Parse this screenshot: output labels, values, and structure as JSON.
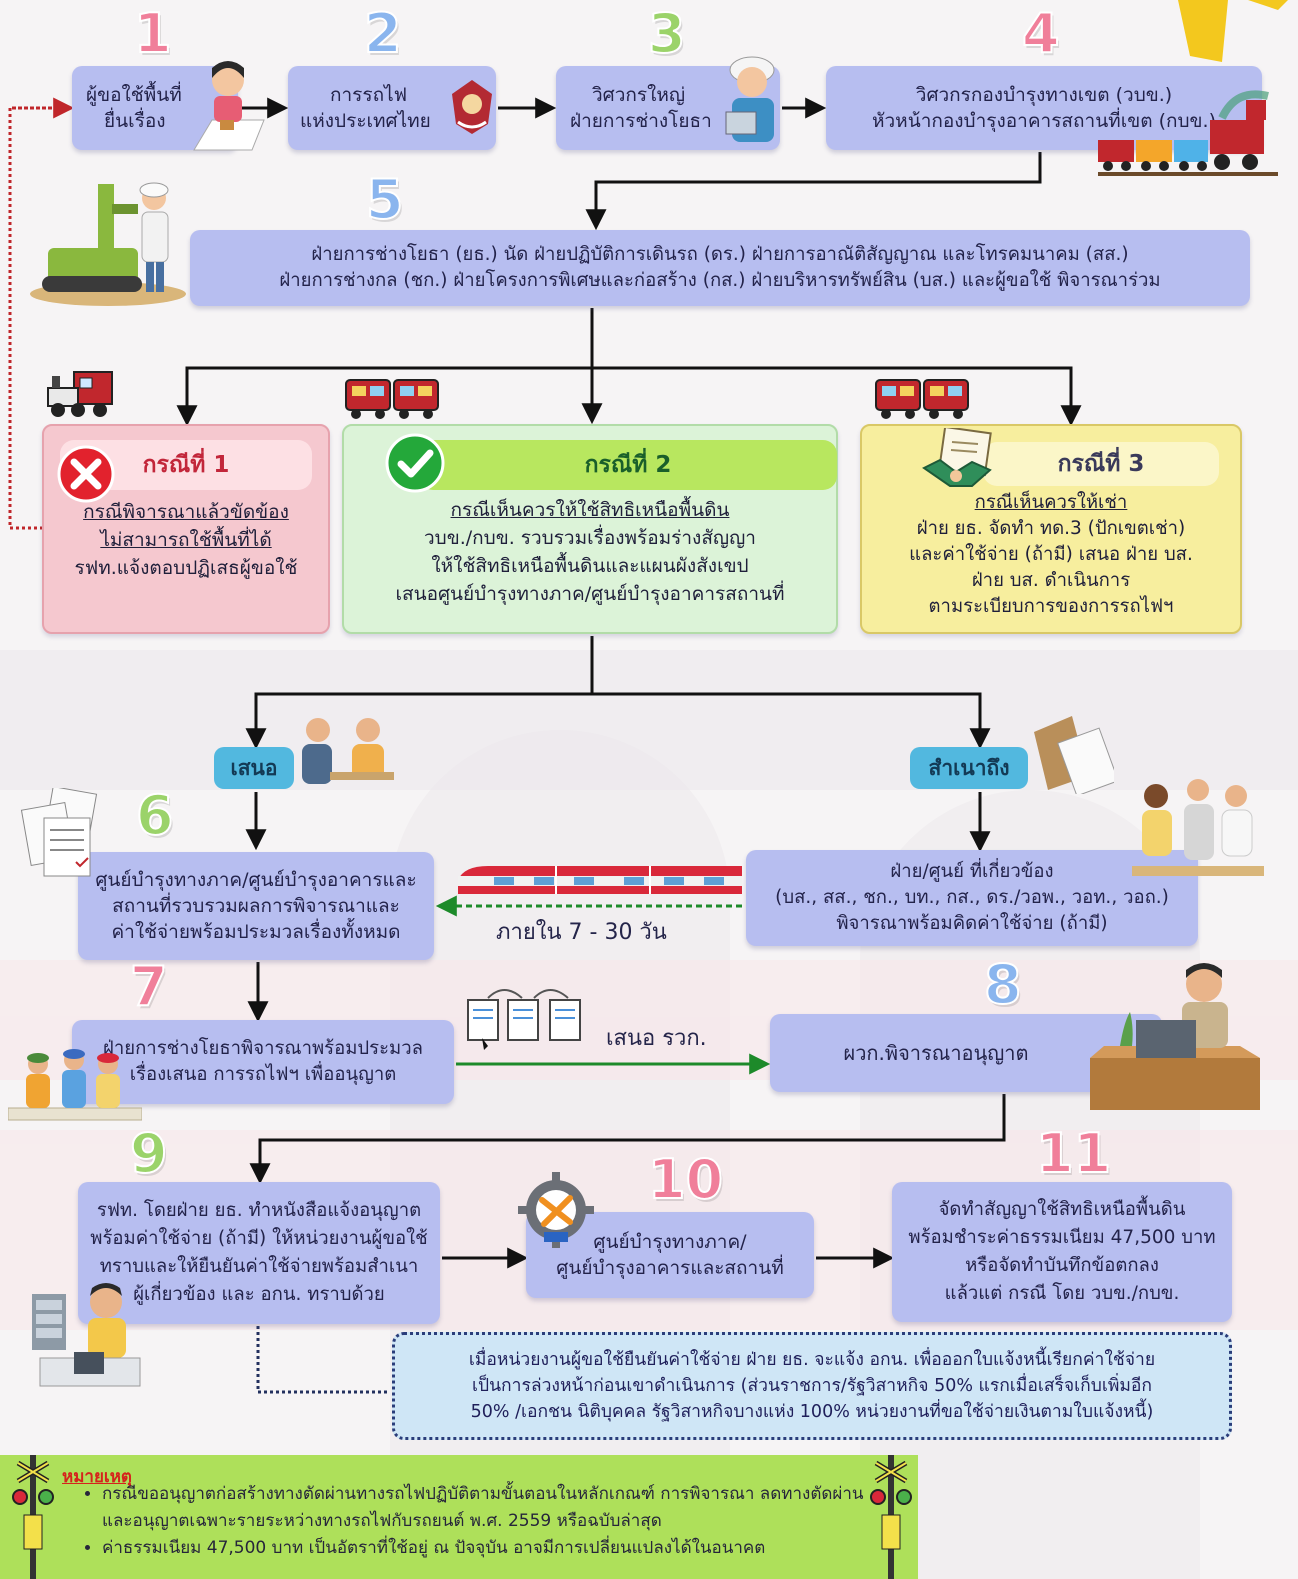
{
  "steps": {
    "s1": {
      "num": "1",
      "lines": [
        "ผู้ขอใช้พื้นที่",
        "ยื่นเรื่อง"
      ]
    },
    "s2": {
      "num": "2",
      "lines": [
        "การรถไฟ",
        "แห่งประเทศไทย"
      ]
    },
    "s3": {
      "num": "3",
      "lines": [
        "วิศวกรใหญ่",
        "ฝ่ายการช่างโยธา"
      ]
    },
    "s4": {
      "num": "4",
      "lines": [
        "วิศวกรกองบำรุงทางเขต (วบข.)",
        "หัวหน้ากองบำรุงอาคารสถานที่เขต (กบข.)"
      ]
    },
    "s5": {
      "num": "5",
      "lines": [
        "ฝ่ายการช่างโยธา (ยธ.) นัด ฝ่ายปฏิบัติการเดินรถ (ดร.) ฝ่ายการอาณัติสัญญาณ และโทรคมนาคม (สส.)",
        "ฝ่ายการช่างกล (ชก.) ฝ่ายโครงการพิเศษและก่อสร้าง (กส.) ฝ่ายบริหารทรัพย์สิน (บส.) และผู้ขอใช้ พิจารณาร่วม"
      ]
    },
    "s6": {
      "num": "6",
      "lines": [
        "ศูนย์บำรุงทางภาค/ศูนย์บำรุงอาคารและ",
        "สถานที่รวบรวมผลการพิจารณาและ",
        "ค่าใช้จ่ายพร้อมประมวลเรื่องทั้งหมด"
      ]
    },
    "s6b": {
      "lines": [
        "ฝ่าย/ศูนย์ ที่เกี่ยวข้อง",
        "(บส., สส., ชก., บท., กส., ดร./วอพ., วอท., วอถ.)",
        "พิจารณาพร้อมคิดค่าใช้จ่าย (ถ้ามี)"
      ]
    },
    "s7": {
      "num": "7",
      "lines": [
        "ฝ่ายการช่างโยธาพิจารณาพร้อมประมวล",
        "เรื่องเสนอ การรถไฟฯ เพื่ออนุญาต"
      ]
    },
    "s8": {
      "num": "8",
      "lines": [
        "ผวก.พิจารณาอนุญาต"
      ]
    },
    "s9": {
      "num": "9",
      "lines": [
        "รฟท. โดยฝ่าย ยธ. ทำหนังสือแจ้งอนุญาต",
        "พร้อมค่าใช้จ่าย (ถ้ามี) ให้หน่วยงานผู้ขอใช้",
        "ทราบและให้ยืนยันค่าใช้จ่ายพร้อมสำเนา",
        "ผู้เกี่ยวข้อง และ อกน. ทราบด้วย"
      ]
    },
    "s10": {
      "num": "10",
      "lines": [
        "ศูนย์บำรุงทางภาค/",
        "ศูนย์บำรุงอาคารและสถานที่"
      ]
    },
    "s11": {
      "num": "11",
      "lines": [
        "จัดทำสัญญาใช้สิทธิเหนือพื้นดิน",
        "พร้อมชำระค่าธรรมเนียม 47,500 บาท",
        "หรือจัดทำบันทึกข้อตกลง",
        "แล้วแต่ กรณี โดย วบข./กบข."
      ]
    }
  },
  "cases": {
    "c1": {
      "title": "กรณีที่ 1",
      "underline": [
        "กรณีพิจารณาแล้วขัดข้อง",
        "ไม่สามารถใช้พื้นที่ได้"
      ],
      "lines": [
        "รฟท.แจ้งตอบปฏิเสธผู้ขอใช้"
      ]
    },
    "c2": {
      "title": "กรณีที่ 2",
      "underline": [
        "กรณีเห็นควรให้ใช้สิทธิเหนือพื้นดิน"
      ],
      "lines": [
        "วบข./กบข. รวบรวมเรื่องพร้อมร่างสัญญา",
        "ให้ใช้สิทธิเหนือพื้นดินและแผนผังสังเขป",
        "เสนอศูนย์บำรุงทางภาค/ศูนย์บำรุงอาคารสถานที่"
      ]
    },
    "c3": {
      "title": "กรณีที่ 3",
      "underline": [
        "กรณีเห็นควรให้เช่า"
      ],
      "lines": [
        "ฝ่าย ยธ. จัดทำ ทด.3 (ปักเขตเช่า)",
        "และค่าใช้จ่าย (ถ้ามี) เสนอ ฝ่าย บส.",
        "ฝ่าย บส. ดำเนินการ",
        "ตามระเบียบการของการรถไฟฯ"
      ]
    }
  },
  "labels": {
    "propose": "เสนอ",
    "copy_to": "สำเนาถึง",
    "within_days": "ภายใน 7 - 30 วัน",
    "propose_rwk": "เสนอ รวก."
  },
  "note": {
    "lines": [
      "เมื่อหน่วยงานผู้ขอใช้ยืนยันค่าใช้จ่าย ฝ่าย ยธ. จะแจ้ง อกน. เพื่อออกใบแจ้งหนี้เรียกค่าใช้จ่าย",
      "เป็นการล่วงหน้าก่อนเขาดำเนินการ (ส่วนราชการ/รัฐวิสาหกิจ 50% แรกเมื่อเสร็จเก็บเพิ่มอีก",
      "50% /เอกชน นิติบุคคล รัฐวิสาหกิจบางแห่ง 100% หน่วยงานที่ขอใช้จ่ายเงินตามใบแจ้งหนี้)"
    ]
  },
  "remark": {
    "title": "หมายเหตุ",
    "items": [
      "กรณีขออนุญาตก่อสร้างทางตัดผ่านทางรถไฟปฏิบัติตามขั้นตอนในหลักเกณฑ์ การพิจารณา ลดทางตัดผ่านและอนุญาตเฉพาะรายระหว่างทางรถไฟกับรถยนต์ พ.ศ. 2559 หรือฉบับล่าสุด",
      "ค่าธรรมเนียม 47,500 บาท เป็นอัตราที่ใช้อยู่ ณ ปัจจุบัน อาจมีการเปลี่ยนแปลงได้ในอนาคต"
    ]
  },
  "colors": {
    "step_box": "#b7bef0",
    "case1": "#f5c8cf",
    "case2": "#dcf3d8",
    "case3": "#f7ee9e",
    "remark": "#aee05a",
    "pill": "#52b8df"
  }
}
